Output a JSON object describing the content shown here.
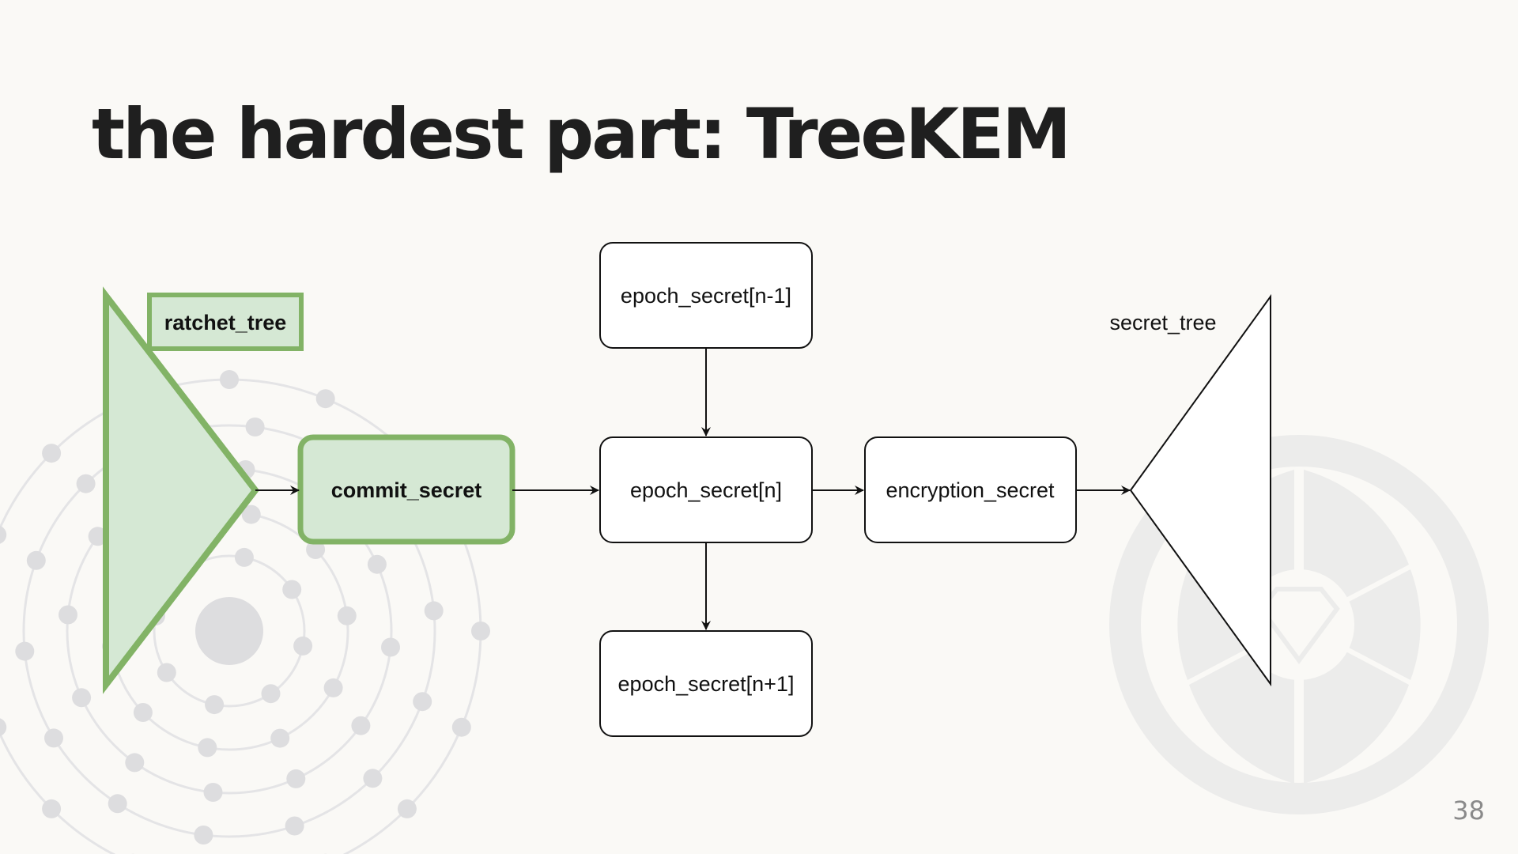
{
  "slide": {
    "title": "the hardest part: TreeKEM",
    "page_number": "38"
  },
  "diagram": {
    "nodes": {
      "ratchet_tree": "ratchet_tree",
      "commit_secret": "commit_secret",
      "epoch_secret_prev": "epoch_secret[n-1]",
      "epoch_secret_current": "epoch_secret[n]",
      "epoch_secret_next": "epoch_secret[n+1]",
      "encryption_secret": "encryption_secret",
      "secret_tree": "secret_tree"
    },
    "colors": {
      "highlight_fill": "#d5e8d4",
      "highlight_stroke": "#82b366",
      "node_stroke": "#111111",
      "title_text": "#1f1f1f"
    }
  }
}
